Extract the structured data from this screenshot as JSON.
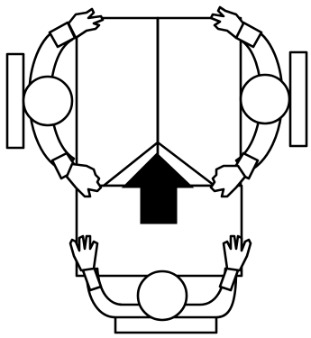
{
  "diagram": {
    "line_color": "#000000",
    "fill_color": "#ffffff",
    "arrow_color": "#000000",
    "arrow_direction": "up",
    "people": [
      {
        "id": "person-left",
        "icon": "seated-person-top-view",
        "facing": "right"
      },
      {
        "id": "person-right",
        "icon": "seated-person-top-view",
        "facing": "left"
      },
      {
        "id": "person-bottom",
        "icon": "seated-person-top-view",
        "facing": "up"
      }
    ],
    "chairs": 3,
    "tables": 3
  }
}
